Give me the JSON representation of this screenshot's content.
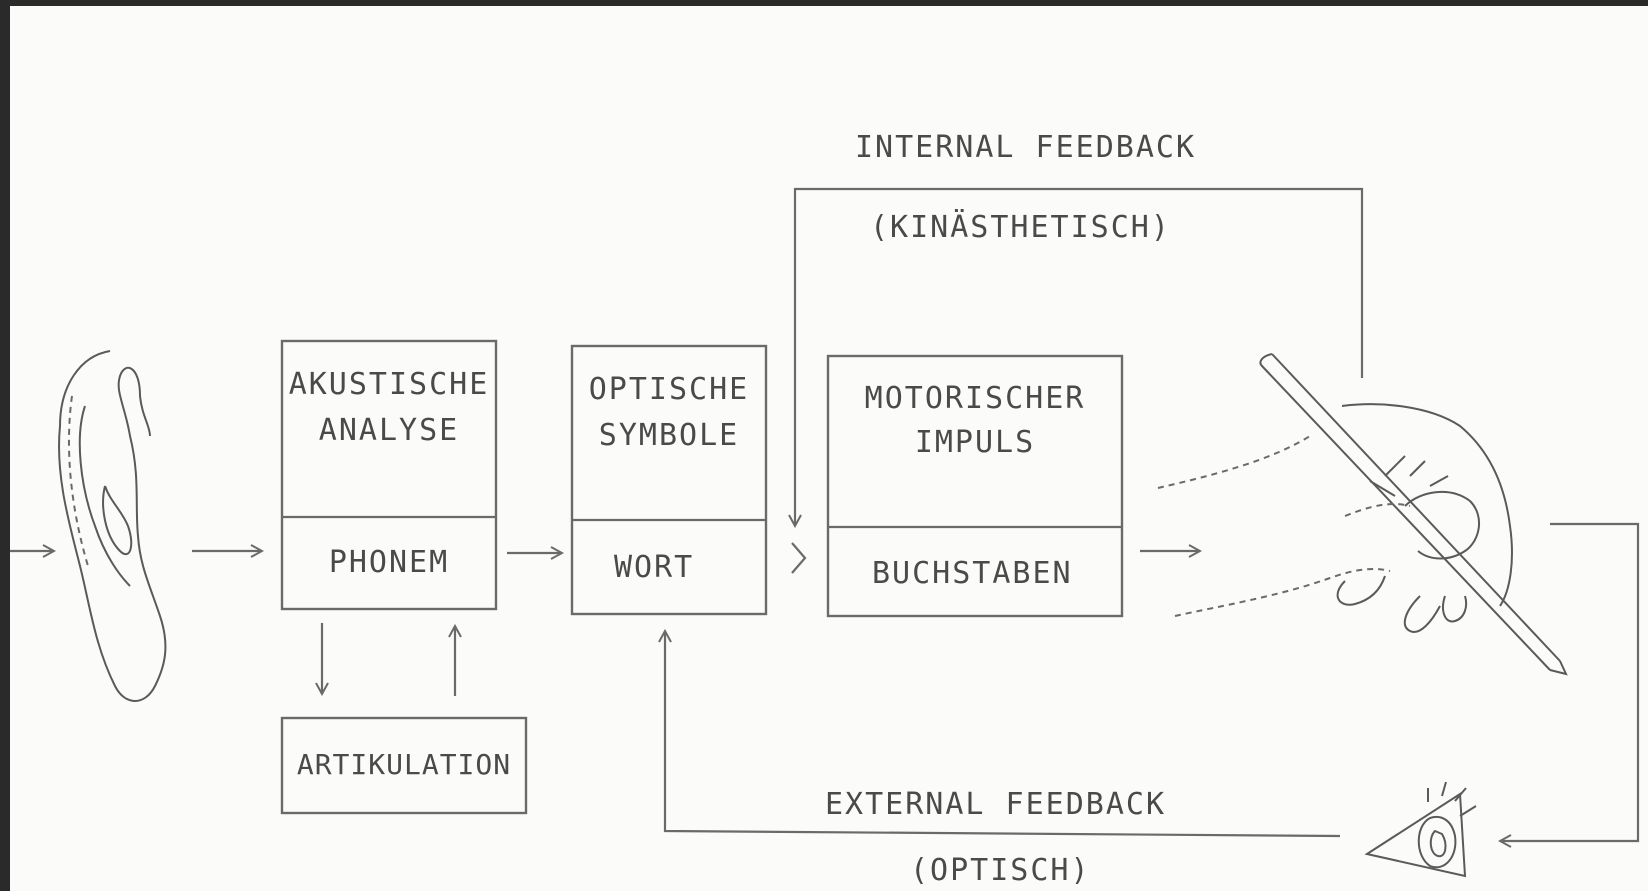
{
  "diagram": {
    "boxes": {
      "akustische": {
        "top": "AKUSTISCHE\nANALYSE",
        "bottom": "PHONEM"
      },
      "optische": {
        "top": "OPTISCHE\nSYMBOLE",
        "bottom": "WORT"
      },
      "motorischer": {
        "top": "MOTORISCHER\nIMPULS",
        "bottom": "BUCHSTABEN"
      },
      "artikulation": "ARTIKULATION"
    },
    "internal_feedback": {
      "title": "INTERNAL FEEDBACK",
      "sub": "(KINÄSTHETISCH)"
    },
    "external_feedback": {
      "title": "EXTERNAL FEEDBACK",
      "sub": "(OPTISCH)"
    },
    "icons": {
      "ear": "ear-icon",
      "hand": "writing-hand-icon",
      "eye": "eye-icon"
    }
  }
}
